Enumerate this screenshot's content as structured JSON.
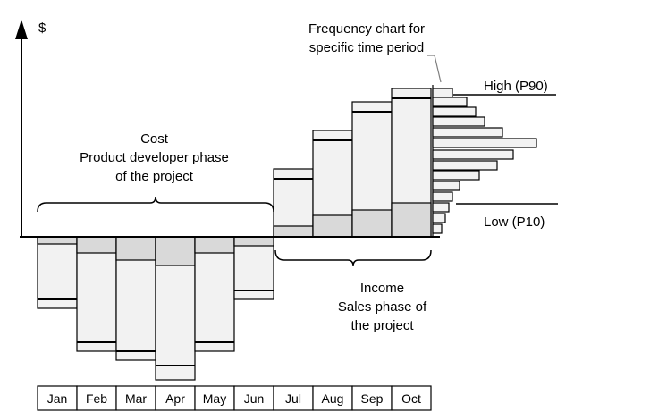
{
  "y_axis_label": "$",
  "frequency_label": [
    "Frequency chart for",
    "specific time period"
  ],
  "high_label": "High (P90)",
  "low_label": "Low (P10)",
  "cost_label": [
    "Cost",
    "Product developer phase",
    "of the project"
  ],
  "income_label": [
    "Income",
    "Sales phase of",
    "the project"
  ],
  "months": [
    "Jan",
    "Feb",
    "Mar",
    "Apr",
    "May",
    "Jun",
    "Jul",
    "Aug",
    "Sep",
    "Oct"
  ],
  "colors": {
    "fill_light": "#f2f2f2",
    "fill_dark": "#d9d9d9",
    "stroke": "#000000"
  },
  "chart_data": {
    "type": "bar",
    "categories": [
      "Jan",
      "Feb",
      "Mar",
      "Apr",
      "May",
      "Jun",
      "Jul",
      "Aug",
      "Sep",
      "Oct"
    ],
    "cost_bars": [
      {
        "category": "Jan",
        "dark_to": 8,
        "p50": 70,
        "high": 80
      },
      {
        "category": "Feb",
        "dark_to": 18,
        "p50": 118,
        "high": 128
      },
      {
        "category": "Mar",
        "dark_to": 26,
        "p50": 128,
        "high": 138
      },
      {
        "category": "Apr",
        "dark_to": 32,
        "p50": 144,
        "high": 160
      },
      {
        "category": "May",
        "dark_to": 18,
        "p50": 118,
        "high": 128
      },
      {
        "category": "Jun",
        "dark_to": 10,
        "p50": 60,
        "high": 70
      }
    ],
    "income_bars": [
      {
        "category": "Jul",
        "dark": 12,
        "p50": 65,
        "high": 76
      },
      {
        "category": "Aug",
        "dark": 24,
        "p50": 108,
        "high": 119
      },
      {
        "category": "Sep",
        "dark": 30,
        "p50": 140,
        "high": 151
      },
      {
        "category": "Oct",
        "dark": 38,
        "p50": 155,
        "high": 166
      }
    ],
    "frequency": [
      {
        "level": 166,
        "count": 22
      },
      {
        "level": 156,
        "count": 38
      },
      {
        "level": 145,
        "count": 48
      },
      {
        "level": 134,
        "count": 58
      },
      {
        "level": 122,
        "count": 78
      },
      {
        "level": 110,
        "count": 116
      },
      {
        "level": 97,
        "count": 90
      },
      {
        "level": 85,
        "count": 72
      },
      {
        "level": 74,
        "count": 52
      },
      {
        "level": 62,
        "count": 30
      },
      {
        "level": 50,
        "count": 22
      },
      {
        "level": 38,
        "count": 18
      },
      {
        "level": 26,
        "count": 14
      },
      {
        "level": 14,
        "count": 10
      }
    ],
    "p90": 159,
    "p10": 37
  }
}
